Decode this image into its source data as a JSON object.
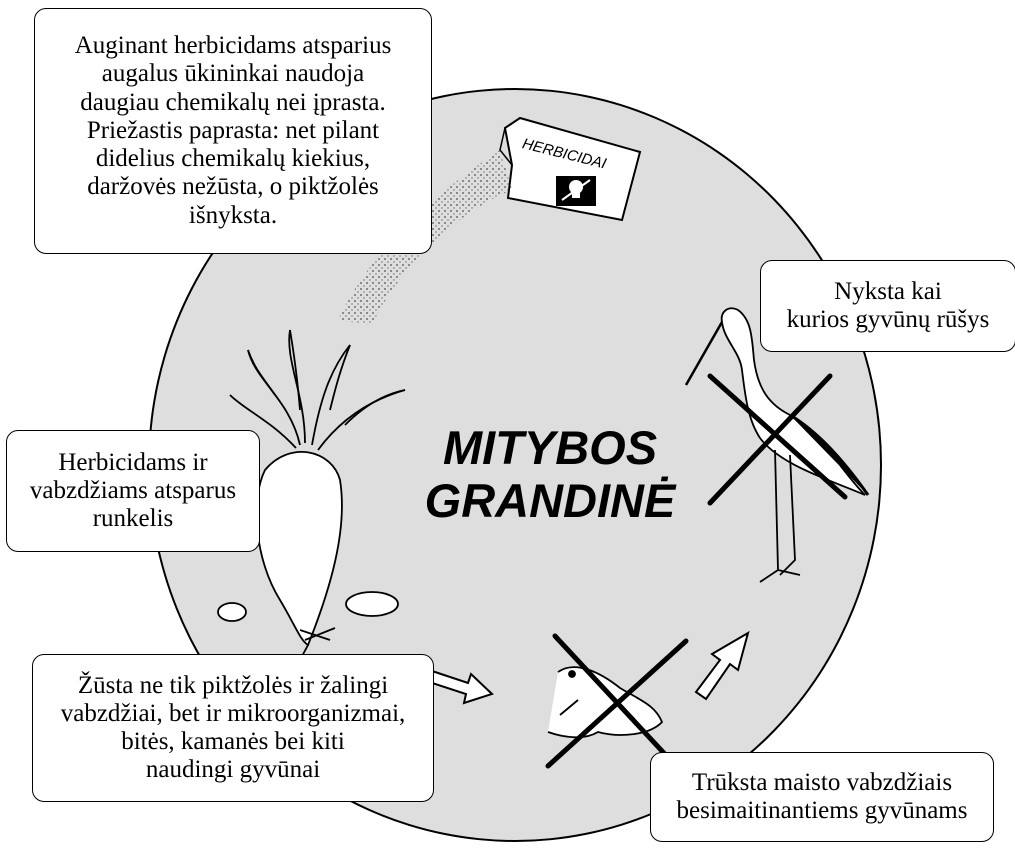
{
  "title": "MITYBOS\nGRANDINĖ",
  "boxes": {
    "herbicide": "Auginant herbicidams atsparius\naugalus ūkininkai naudoja\ndaugiau chemikalų nei įprasta.\nPriežastis paprasta:  net pilant\ndidelius chemikalų kiekius,\ndaržovės nežūsta, o piktžolės\nišnyksta.",
    "beet": "Herbicidams ir\nvabzdžiams atsparus\nrunkelis",
    "stork": "Nyksta  kai\nkurios gyvūnų rūšys",
    "die": "Žūsta ne tik piktžolės ir žalingi\nvabzdžiai, bet ir mikroorganizmai,\nbitės, kamanės bei kiti\nnaudingi gyvūnai",
    "food": "Trūksta maisto vabzdžiais\nbesimaitinantiems gyvūnams"
  },
  "bag_label": "HERBICIDAI",
  "icons": {
    "bag": "herbicide-bag-icon",
    "skull": "skull-crossbones-icon",
    "beet": "sugar-beet-icon",
    "stork": "stork-icon",
    "frog": "frog-icon",
    "cross": "cross-out-icon",
    "arrow": "outline-arrow-icon"
  },
  "colors": {
    "circle": "#dedede",
    "ink": "#000000",
    "box_bg": "#ffffff"
  }
}
